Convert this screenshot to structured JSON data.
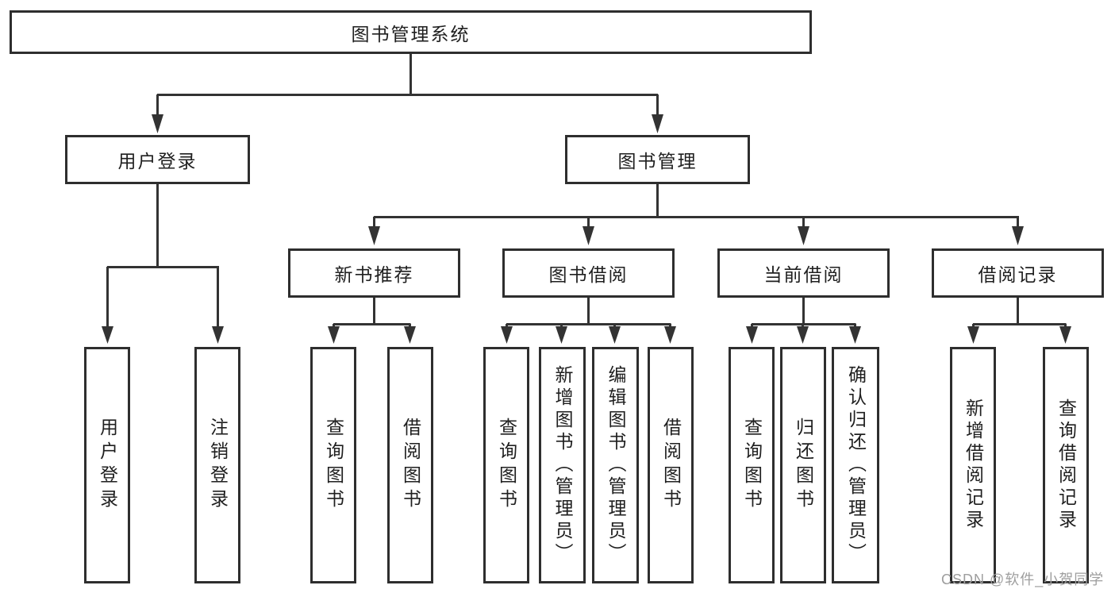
{
  "diagram_type": "hierarchy-tree",
  "tree": {
    "root": {
      "label": "图书管理系统"
    },
    "branches": [
      {
        "label": "用户登录",
        "children": [
          {
            "label": "用户登录"
          },
          {
            "label": "注销登录"
          }
        ]
      },
      {
        "label": "图书管理",
        "children": [
          {
            "label": "新书推荐",
            "children": [
              {
                "label": "查询图书"
              },
              {
                "label": "借阅图书"
              }
            ]
          },
          {
            "label": "图书借阅",
            "children": [
              {
                "label": "查询图书"
              },
              {
                "label": "新增图书（管理员）"
              },
              {
                "label": "编辑图书（管理员）"
              },
              {
                "label": "借阅图书"
              }
            ]
          },
          {
            "label": "当前借阅",
            "children": [
              {
                "label": "查询图书"
              },
              {
                "label": "归还图书"
              },
              {
                "label": "确认归还（管理员）"
              }
            ]
          },
          {
            "label": "借阅记录",
            "children": [
              {
                "label": "新增借阅记录"
              },
              {
                "label": "查询借阅记录"
              }
            ]
          }
        ]
      }
    ]
  },
  "watermark": {
    "text": "CSDN @软件_小贺同学"
  },
  "colors": {
    "background": "#ffffff",
    "box_border": "#2e2e2e",
    "connector_line": "#333333",
    "text": "#1f1f1f",
    "watermark": "#9e9e9e"
  }
}
